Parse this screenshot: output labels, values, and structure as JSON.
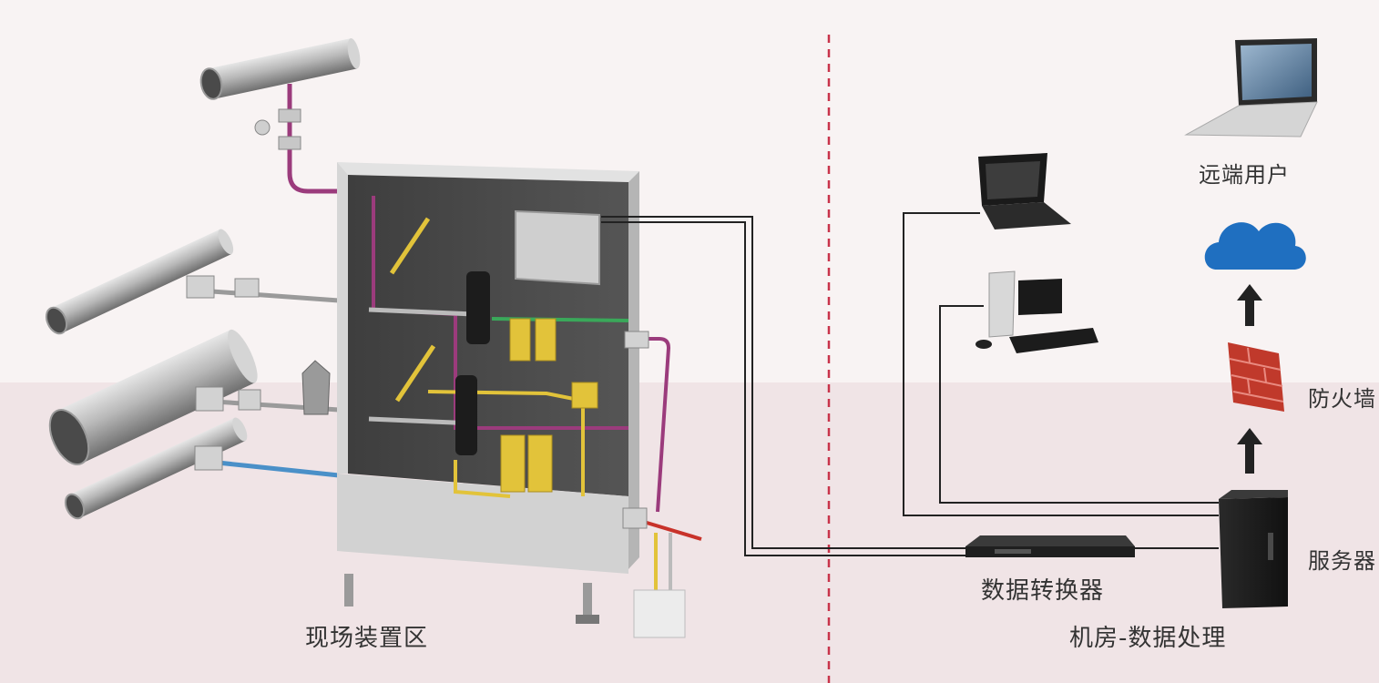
{
  "labels": {
    "field_area": "现场装置区",
    "server_room": "机房-数据处理",
    "data_converter": "数据转换器",
    "remote_user": "远端用户",
    "firewall": "防火墙",
    "server": "服务器"
  },
  "colors": {
    "background_top": "#f8f3f3",
    "background_bottom": "#f0e4e6",
    "divider": "#c8334a",
    "cabinet_body": "#4a4a4a",
    "cabinet_frame": "#cfcfcf",
    "pipe_yellow": "#e2c33a",
    "pipe_purple": "#9b3b7c",
    "pipe_green": "#3aa85a",
    "pipe_blue": "#4a90c8",
    "pipe_red": "#c8322a",
    "cloud": "#1f6fc0",
    "firewall": "#c0392b",
    "line": "#222222"
  },
  "icons": [
    "process-pipe-icon",
    "analyzer-cabinet-icon",
    "filter-icon",
    "data-converter-icon",
    "laptop-icon",
    "desktop-computer-icon",
    "cloud-icon",
    "firewall-icon",
    "server-tower-icon",
    "arrow-up-icon"
  ]
}
